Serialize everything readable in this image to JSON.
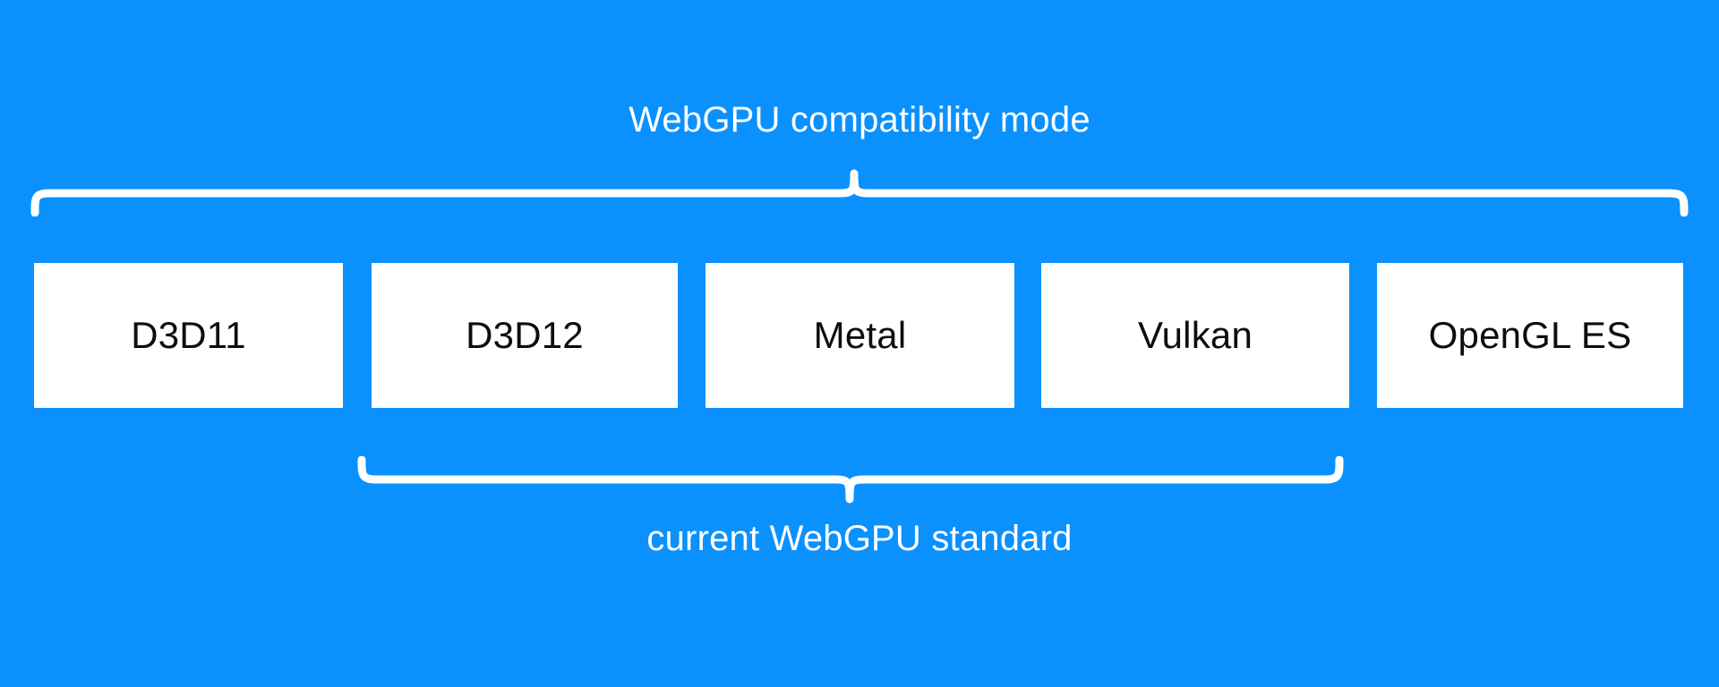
{
  "diagram": {
    "title": "WebGPU compatibility mode",
    "background_color": "#0a91fe",
    "box_fill_color": "#ffffff",
    "box_text_color": "#0d0d0d",
    "caption_color": "#ffffff",
    "top_caption": "WebGPU compatibility mode",
    "bottom_caption": "current WebGPU standard",
    "boxes": [
      {
        "label": "D3D11"
      },
      {
        "label": "D3D12"
      },
      {
        "label": "Metal"
      },
      {
        "label": "Vulkan"
      },
      {
        "label": "OpenGL ES"
      }
    ],
    "braces": {
      "top": {
        "name": "top-brace",
        "covers": "D3D11 through OpenGL ES"
      },
      "bottom": {
        "name": "bottom-brace",
        "covers": "D3D12 through Vulkan"
      }
    }
  }
}
